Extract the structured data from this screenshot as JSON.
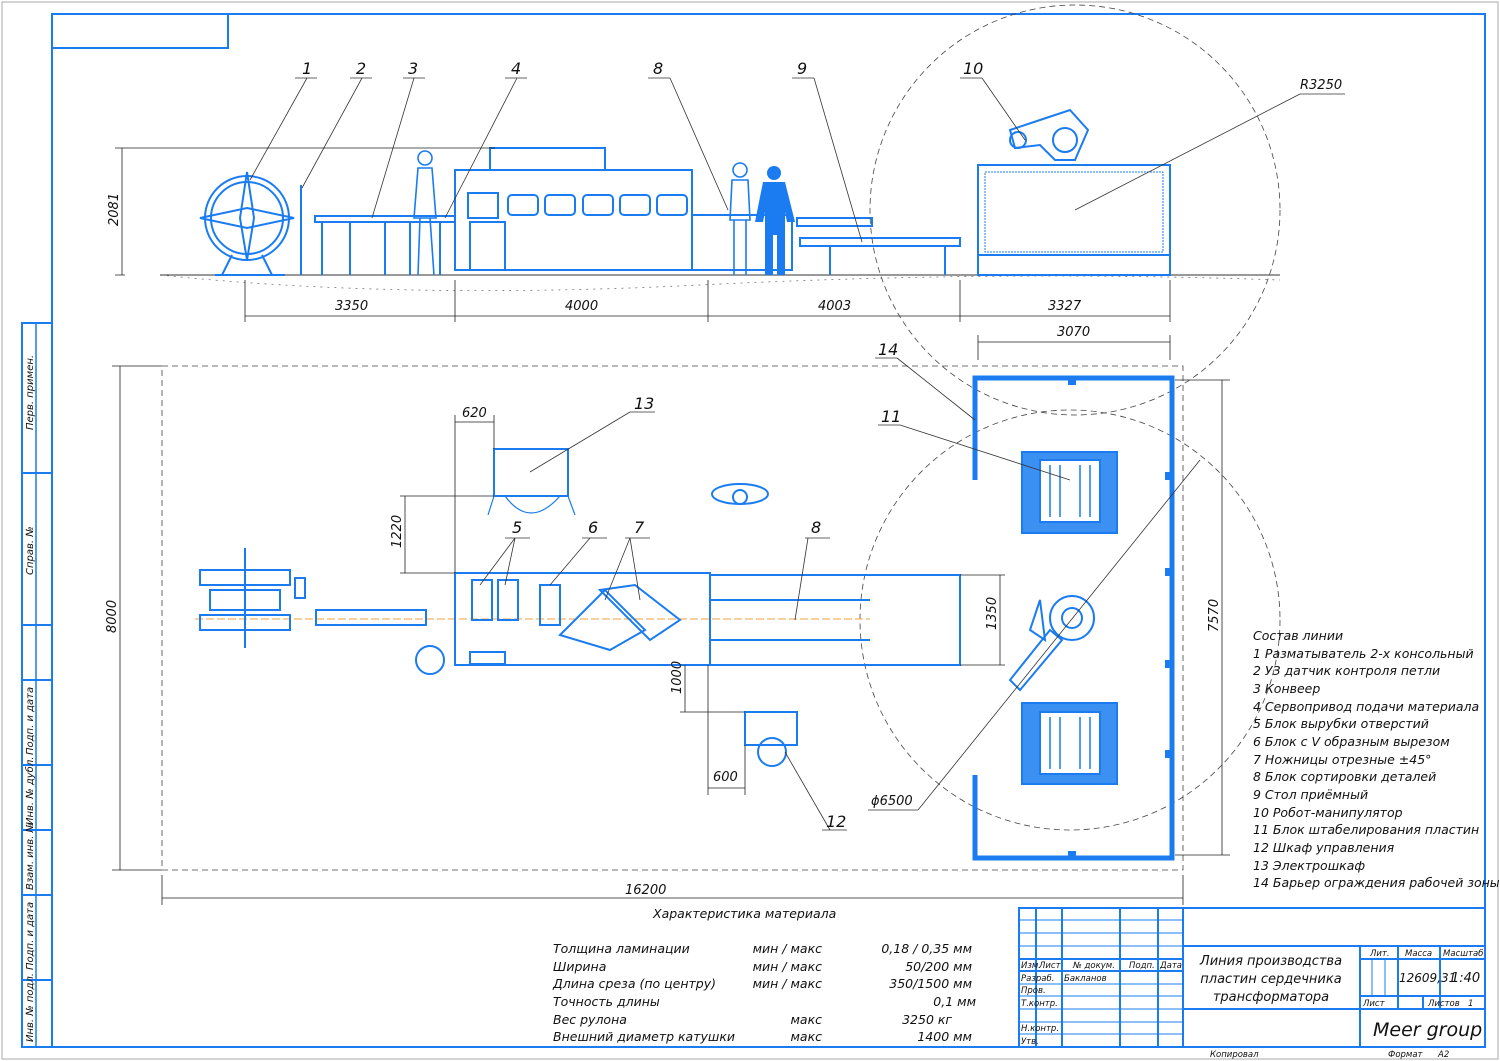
{
  "colors": {
    "frame": "#1a7cf0",
    "ink": "#111111"
  },
  "side_stamp": [
    "Перв. примен.",
    "Справ. №",
    "Подп. и дата",
    "Инв. № дубл.",
    "Взам. инв. №",
    "Подп. и дата",
    "Инв. № подл."
  ],
  "callouts_side": {
    "c1": "1",
    "c2": "2",
    "c3": "3",
    "c4": "4",
    "c8": "8",
    "c9": "9",
    "c10": "10",
    "radius": "R3250"
  },
  "dims_side": {
    "height": "2081",
    "d1": "3350",
    "d2": "4000",
    "d3": "4003",
    "d4": "3327",
    "d5": "3070"
  },
  "callouts_plan": {
    "c14": "14",
    "c11": "11",
    "c13": "13",
    "c5": "5",
    "c6": "6",
    "c7": "7",
    "c8": "8",
    "c12": "12",
    "diameter": "ϕ6500"
  },
  "dims_plan": {
    "width": "8000",
    "length": "16200",
    "barrier": "7570",
    "cab_w": "620",
    "cab_off": "1220",
    "line_w": "1350",
    "ctrl_off": "1000",
    "ctrl_w": "600"
  },
  "legend": {
    "title": "Состав линии",
    "items": [
      "1 Разматыватель 2-х консольный",
      "2 УЗ датчик контроля петли",
      "3 Конвеер",
      "4 Сервопривод подачи материала",
      "5 Блок вырубки отверстий",
      "6 Блок с V образным вырезом",
      "7 Ножницы отрезные ±45°",
      "8 Блок сортировки деталей",
      "9 Стол приёмный",
      "10 Робот-манипулятор",
      "11 Блок штабелирования пластин",
      "12 Шкаф управления",
      "13 Электрошкаф",
      "14 Барьер ограждения рабочей зоны"
    ]
  },
  "material": {
    "title": "Характеристика материала",
    "rows": [
      {
        "name": "Толщина ламинации",
        "kind": "мин / макс",
        "value": "0,18 / 0,35  мм"
      },
      {
        "name": "Ширина",
        "kind": "мин / макс",
        "value": "50/200 мм"
      },
      {
        "name": "Длина среза (по центру)",
        "kind": "мин / макс",
        "value": "350/1500 мм"
      },
      {
        "name": "Точность длины",
        "kind": "",
        "value": "0,1 мм"
      },
      {
        "name": "Вес рулона",
        "kind": "макс",
        "value": "3250 кг"
      },
      {
        "name": "Внешний диаметр катушки",
        "kind": "макс",
        "value": "1400 мм"
      }
    ]
  },
  "title_block": {
    "headers": [
      "Изм.",
      "Лист",
      "№ докум.",
      "Подп.",
      "Дата"
    ],
    "roles": [
      "Разраб.",
      "Пров.",
      "Т.контр.",
      "",
      "Н.контр.",
      "Утв."
    ],
    "developer": "Бакланов",
    "name_lines": [
      "Линия производства",
      "пластин сердечника",
      "трансформатора"
    ],
    "lit": "Лит.",
    "mass_label": "Масса",
    "scale_label": "Масштаб",
    "mass": "12609,31",
    "scale": "1:40",
    "sheet": "Лист",
    "sheets": "Листов",
    "sheets_count": "1",
    "company": "Meer group",
    "copied": "Копировал",
    "format_label": "Формат",
    "format": "A2"
  }
}
